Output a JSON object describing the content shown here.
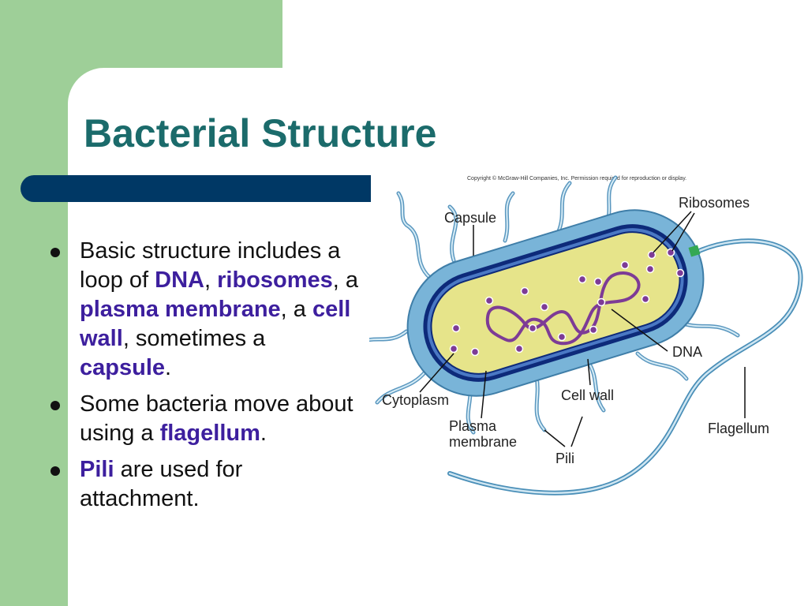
{
  "slide": {
    "title": "Bacterial Structure",
    "colors": {
      "title": "#1b6b6b",
      "keyword": "#3d1f9e",
      "bar": "#003865",
      "background": "#9ecf98"
    }
  },
  "bullets": [
    {
      "t1": "Basic structure includes a loop of ",
      "k1": "DNA",
      "t2": ", ",
      "k2": "ribosomes",
      "t3": ", a ",
      "k3": "plasma membrane",
      "t4": ", a ",
      "k4": "cell wall",
      "t5": ", sometimes a ",
      "k5": "capsule",
      "t6": "."
    },
    {
      "t1": "Some bacteria move about using a ",
      "k1": "flagellum",
      "t2": "."
    },
    {
      "k1": "Pili",
      "t1": " are used for attachment."
    }
  ],
  "diagram": {
    "copyright": "Copyright © McGraw-Hill Companies, Inc. Permission required for reproduction or display.",
    "labels": {
      "capsule": "Capsule",
      "ribosomes": "Ribosomes",
      "dna": "DNA",
      "cytoplasm": "Cytoplasm",
      "cell_wall": "Cell wall",
      "plasma_1": "Plasma",
      "plasma_2": "membrane",
      "pili": "Pili",
      "flagellum": "Flagellum"
    }
  }
}
